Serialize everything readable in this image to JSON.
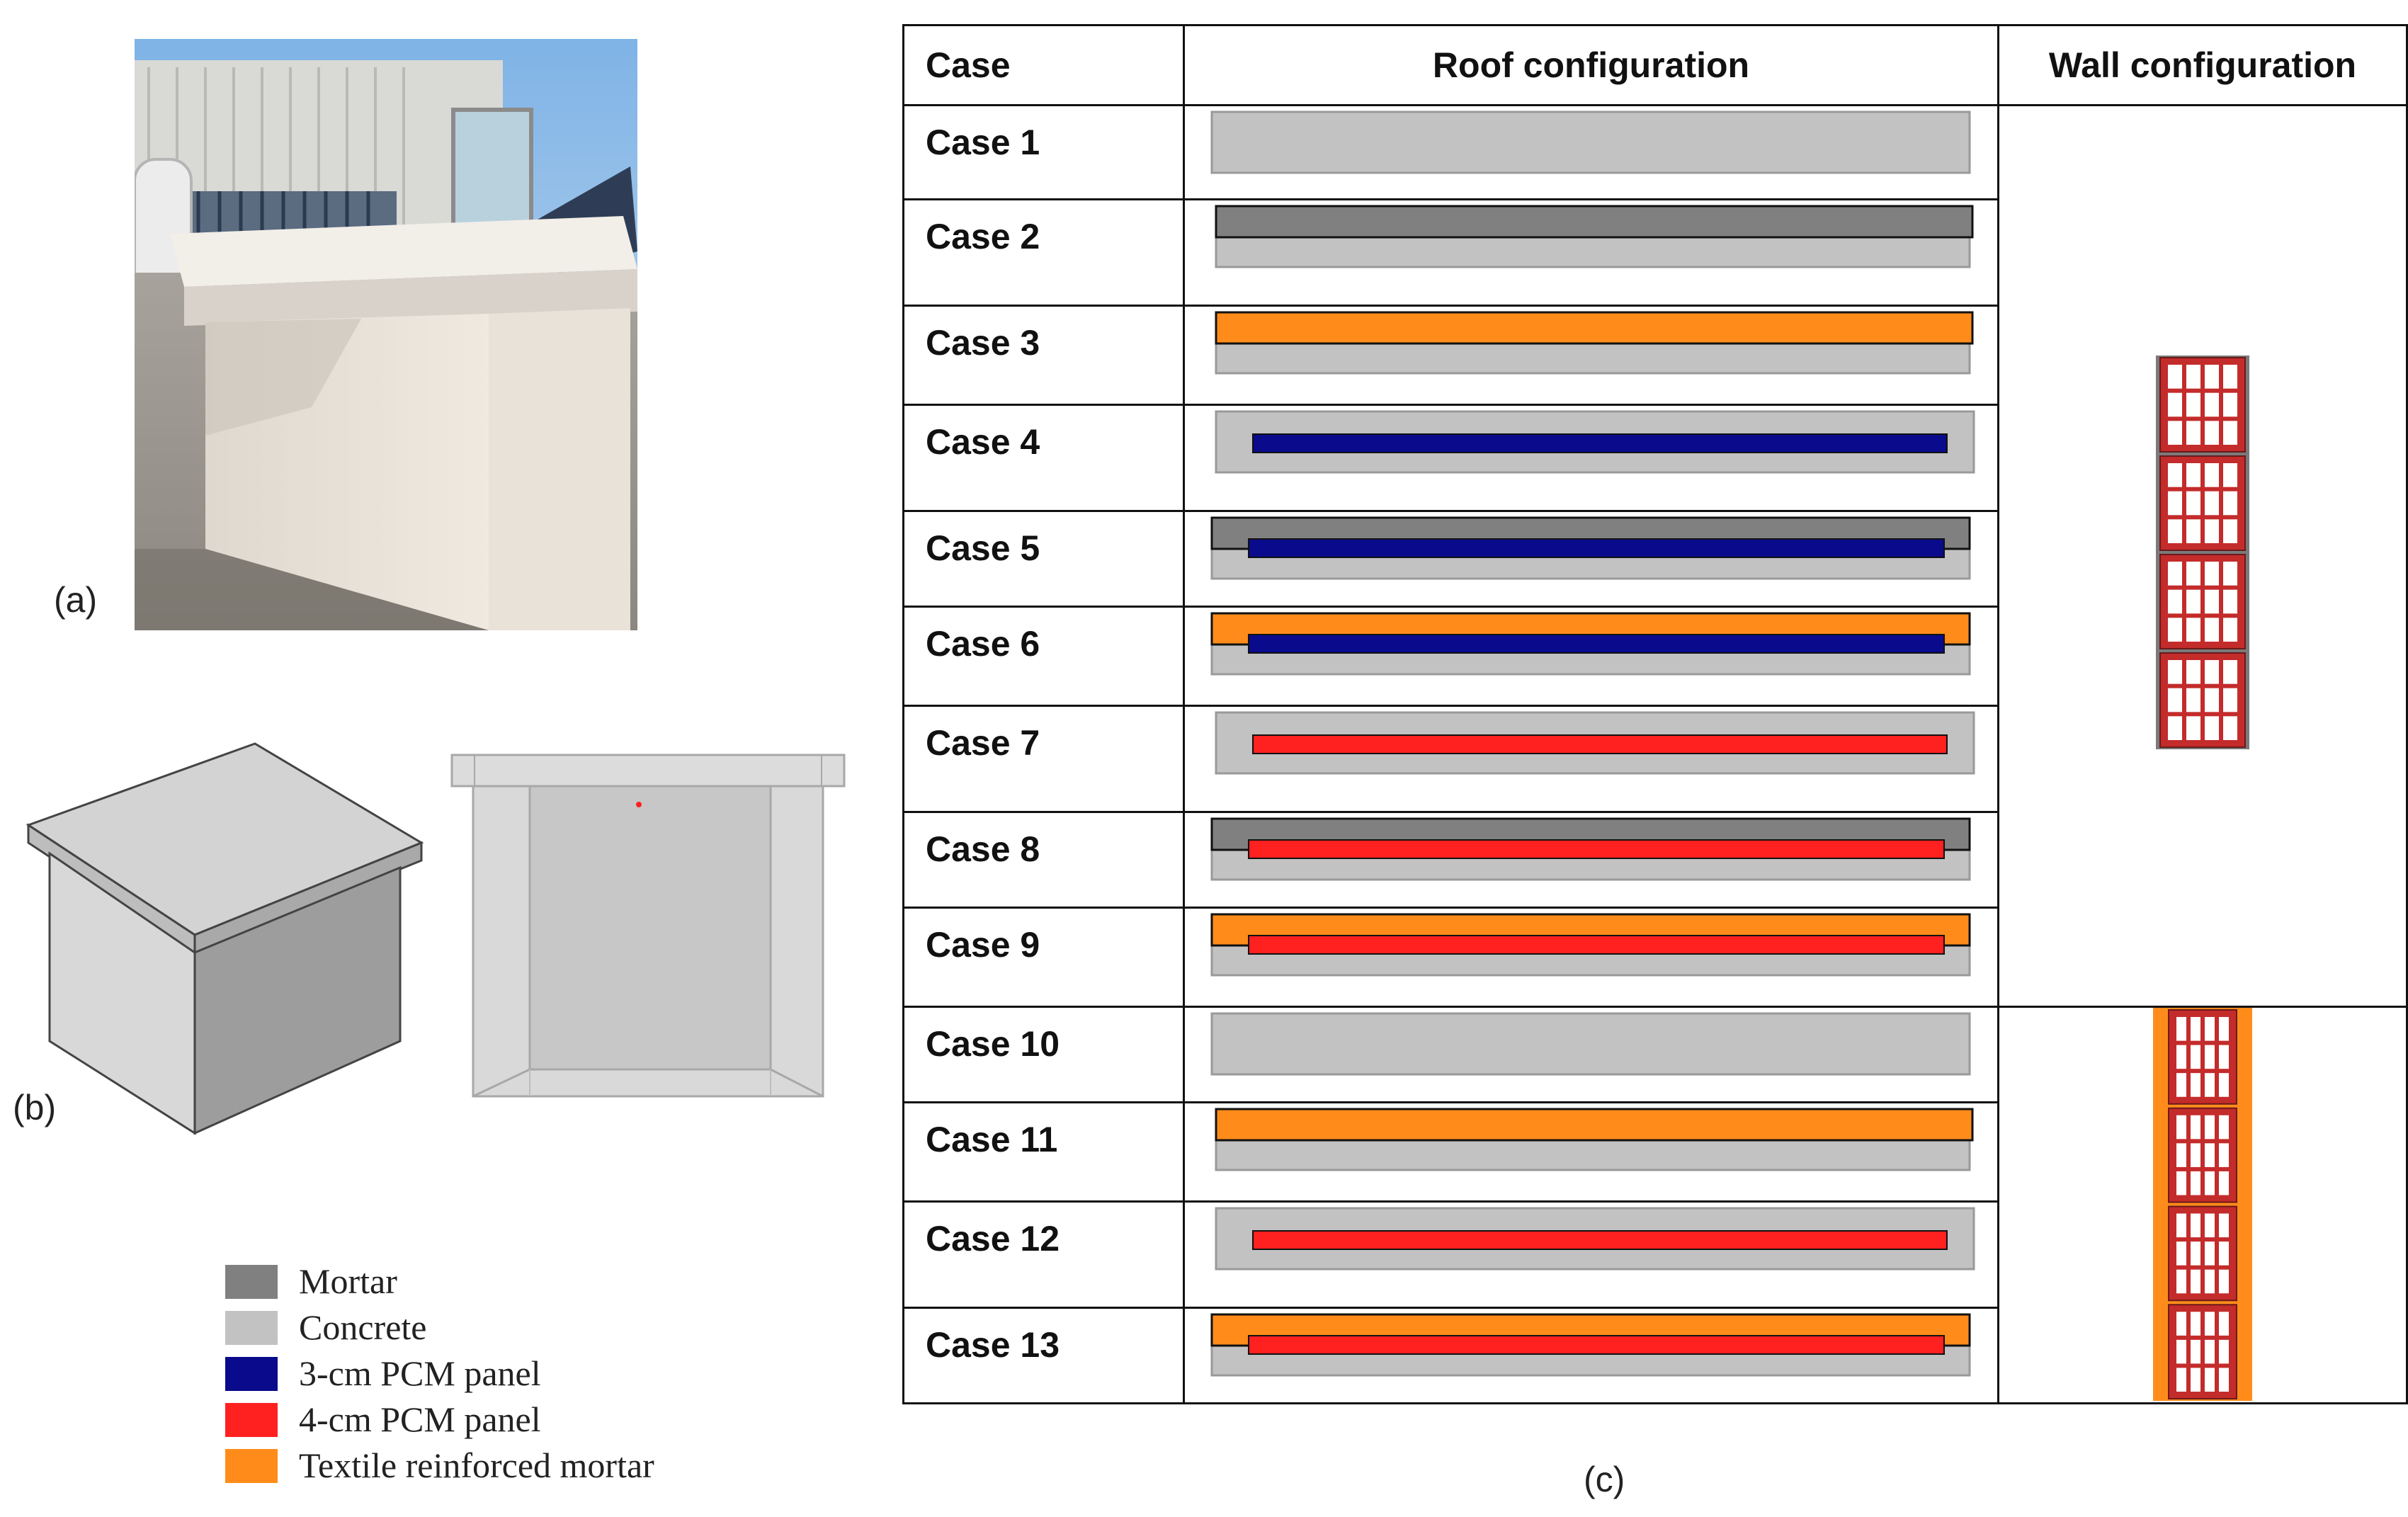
{
  "panel_labels": {
    "a": "(a)",
    "b": "(b)",
    "c": "(c)"
  },
  "colors": {
    "mortar": "#808080",
    "concrete": "#c2c2c2",
    "pcm3": "#0a0a8c",
    "pcm4": "#ff2020",
    "trm": "#ff8c1a",
    "brick": "#c42b2b"
  },
  "legend": [
    {
      "label": "Mortar",
      "color": "#808080"
    },
    {
      "label": "Concrete",
      "color": "#c2c2c2"
    },
    {
      "label": "3-cm PCM panel",
      "color": "#0a0a8c"
    },
    {
      "label": "4-cm PCM panel",
      "color": "#ff2020"
    },
    {
      "label": "Textile reinforced mortar",
      "color": "#ff8c1a"
    }
  ],
  "table": {
    "headers": [
      "Case",
      "Roof configuration",
      "Wall configuration"
    ],
    "rows": [
      {
        "case": "Case 1",
        "top": "none",
        "pcm": "none"
      },
      {
        "case": "Case 2",
        "top": "mortar",
        "pcm": "none"
      },
      {
        "case": "Case 3",
        "top": "trm",
        "pcm": "none"
      },
      {
        "case": "Case 4",
        "top": "none",
        "pcm": "pcm3"
      },
      {
        "case": "Case 5",
        "top": "mortar",
        "pcm": "pcm3"
      },
      {
        "case": "Case 6",
        "top": "trm",
        "pcm": "pcm3"
      },
      {
        "case": "Case 7",
        "top": "none",
        "pcm": "pcm4"
      },
      {
        "case": "Case 8",
        "top": "mortar",
        "pcm": "pcm4"
      },
      {
        "case": "Case 9",
        "top": "trm",
        "pcm": "pcm4"
      },
      {
        "case": "Case 10",
        "top": "none",
        "pcm": "none"
      },
      {
        "case": "Case 11",
        "top": "trm",
        "pcm": "none"
      },
      {
        "case": "Case 12",
        "top": "none",
        "pcm": "pcm4"
      },
      {
        "case": "Case 13",
        "top": "trm",
        "pcm": "pcm4"
      }
    ],
    "wall_groups": [
      {
        "cases": "Case 1 – Case 9",
        "type": "plain brick wall"
      },
      {
        "cases": "Case 10 – Case 13",
        "type": "brick wall with textile reinforced mortar"
      }
    ]
  }
}
